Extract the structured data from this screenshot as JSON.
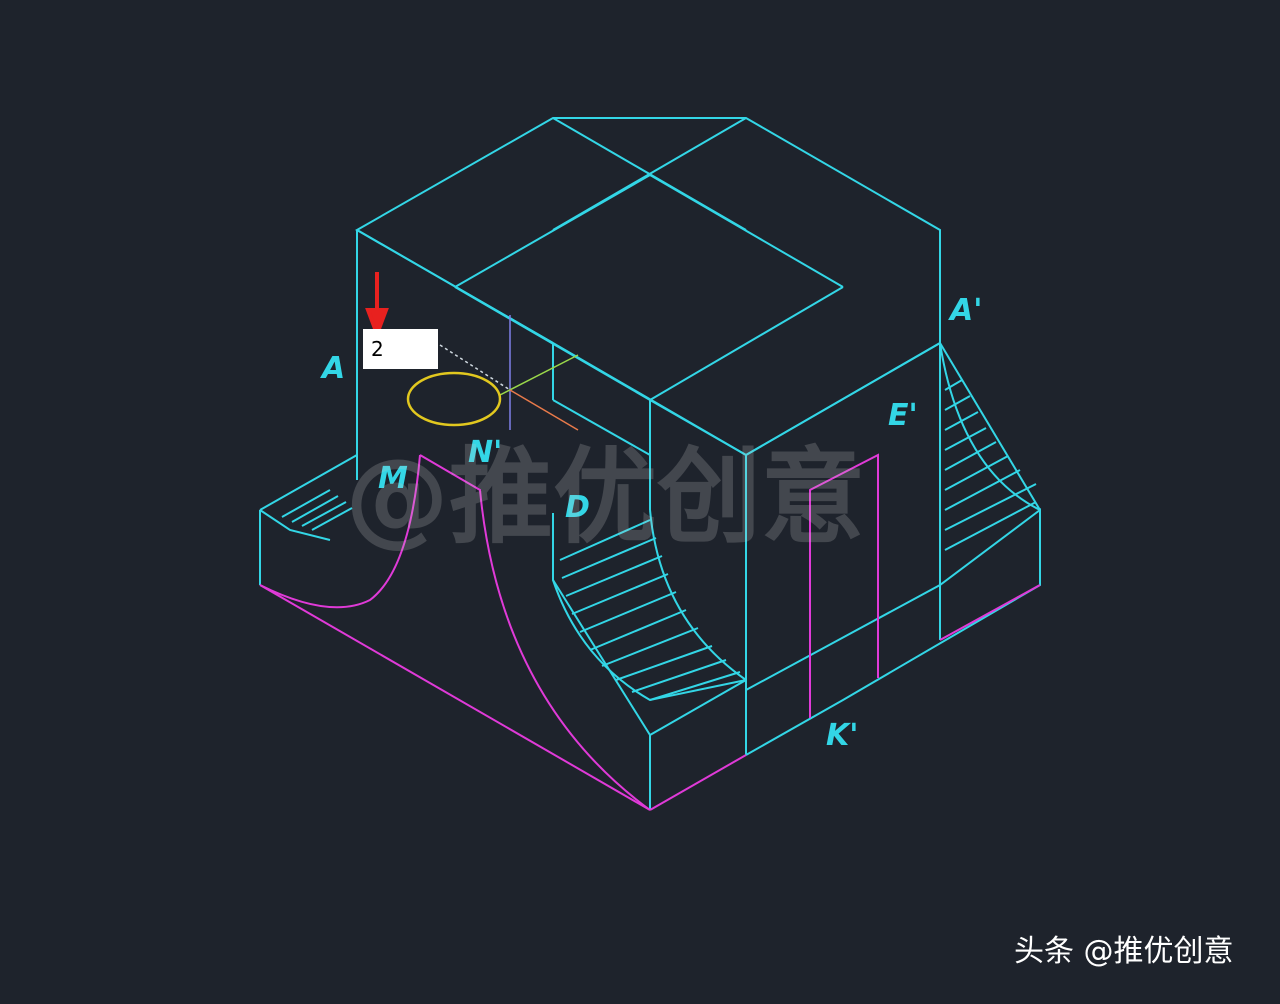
{
  "drawing": {
    "labels": {
      "A": "A",
      "A_prime": "A'",
      "E_prime": "E'",
      "M": "M",
      "N_prime": "N'",
      "D": "D",
      "K_prime": "K'"
    },
    "colors": {
      "background": "#1e232c",
      "outline": "#33d6e6",
      "bottom_edges": "#e03ad8",
      "cursor_arrow": "#e8211f",
      "snap_marker": "#e2c81f"
    }
  },
  "dimension_input": {
    "value": "2"
  },
  "watermark": {
    "text": "@推优创意"
  },
  "credit": {
    "text": "头条 @推优创意"
  }
}
